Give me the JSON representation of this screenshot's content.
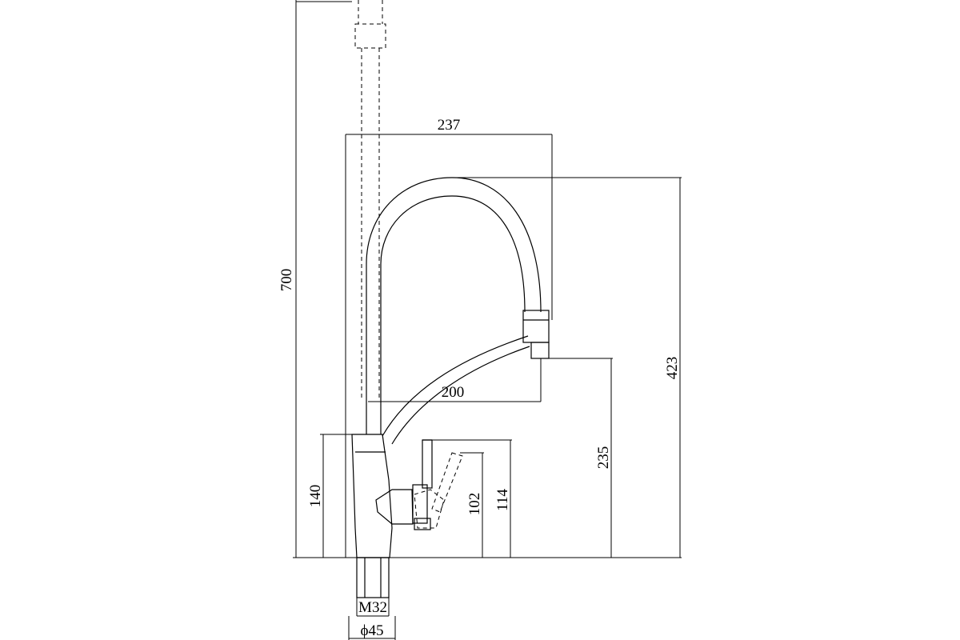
{
  "diagram": {
    "dimensions": {
      "total_height": "700",
      "reach_top": "237",
      "spout_height": "423",
      "pull_out_reach": "200",
      "outlet_height": "235",
      "body_height": "140",
      "lever_height": "114",
      "lever_pivot_height": "102",
      "thread": "M32",
      "base_diameter": "ϕ45"
    }
  }
}
